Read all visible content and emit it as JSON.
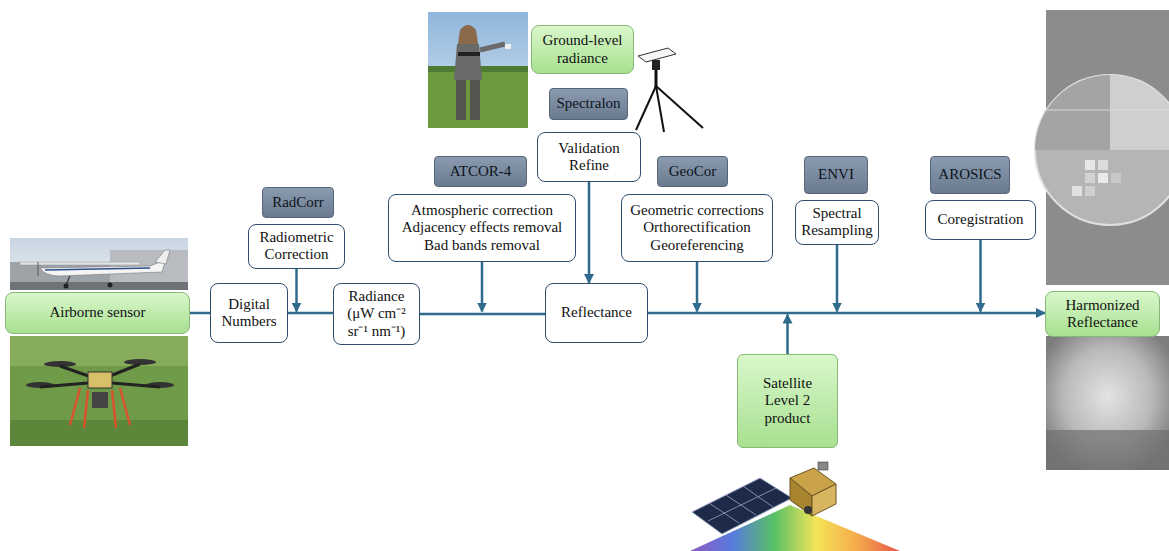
{
  "diagram": {
    "nodes": [
      {
        "text": [
          "Airborne sensor"
        ]
      },
      {
        "text": [
          "Digital Numbers"
        ]
      },
      {
        "text": [
          "RadCorr"
        ]
      },
      {
        "text": [
          "Radiometric Correction"
        ]
      },
      {
        "text": [
          "Radiance (μW cm⁻² sr⁻¹ nm⁻¹)"
        ]
      },
      {
        "text": [
          "Ground-level radiance"
        ]
      },
      {
        "text": [
          "Spectralon"
        ]
      },
      {
        "text": [
          "Validation Refine"
        ]
      },
      {
        "text": [
          "ATCOR-4"
        ]
      },
      {
        "text": [
          "Atmospheric correction Adjacency effects removal Bad bands removal"
        ]
      },
      {
        "text": [
          "Reflectance"
        ]
      },
      {
        "text": [
          "GeoCor"
        ]
      },
      {
        "text": [
          "Geometric corrections Orthorectification Georeferencing"
        ]
      },
      {
        "text": [
          "Satellite Level 2 product"
        ]
      },
      {
        "text": [
          "ENVI"
        ]
      },
      {
        "text": [
          "Spectral Resampling"
        ]
      },
      {
        "text": [
          "AROSICS"
        ]
      },
      {
        "text": [
          "Coregistration"
        ]
      },
      {
        "text": [
          "Harmonized Reflectance"
        ]
      }
    ],
    "edges": [
      {
        "from": 0,
        "to": 1,
        "arrow": "none"
      },
      {
        "from": 1,
        "to": 4,
        "arrow": "none"
      },
      {
        "from": 4,
        "to": 10,
        "arrow": "none"
      },
      {
        "from": 10,
        "to": 18,
        "arrow": "to"
      },
      {
        "from": 7,
        "to": 10,
        "arrow": "to"
      }
    ]
  }
}
